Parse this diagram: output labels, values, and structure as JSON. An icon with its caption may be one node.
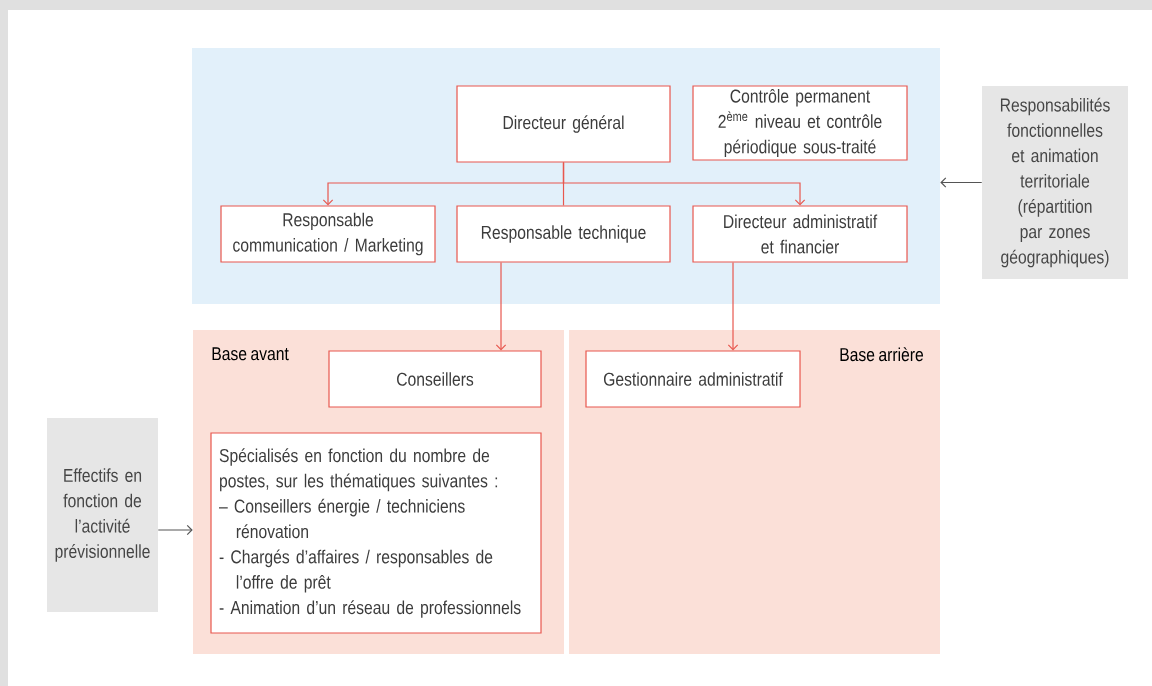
{
  "diagram": {
    "nodes": [
      {
        "text": [],
        "shape": "box"
      },
      {
        "text": [
          "Directeur général"
        ],
        "in": 0
      },
      {
        "text": [
          "Contrôle permanent 2$^{ème}$ niveau et contrôle périodique sous-traité"
        ],
        "in": 0
      },
      {
        "text": [
          "Responsable communication / Marketing"
        ],
        "in": 0
      },
      {
        "text": [
          "Responsable technique"
        ],
        "in": 0
      },
      {
        "text": [
          "Directeur administratif et financier"
        ],
        "in": 0
      },
      {
        "text": [
          "Base avant"
        ]
      },
      {
        "text": [
          "Conseillers"
        ],
        "in": 6
      },
      {
        "text": [
          "Spécialisés en fonction du nombre de postes, sur les thématiques suivantes :",
          "– Conseillers énergie / techniciens rénovation",
          "- Chargés d’affaires / responsables de l’offre de prêt",
          "- Animation d’un réseau de professionnels"
        ],
        "in": 6
      },
      {
        "text": [
          "Base arrière"
        ]
      },
      {
        "text": [
          "Gestionnaire administratif"
        ],
        "in": 9
      },
      {
        "text": [
          "Effectifs en fonction de l’activité prévisionnelle"
        ]
      },
      {
        "text": [
          "Responsabilités fonctionnelles et animation territoriale (répartition par zones géographiques)"
        ]
      }
    ],
    "edges": [
      {
        "from": 1,
        "to": 3,
        "arrow": "to"
      },
      {
        "from": 1,
        "to": 4,
        "arrow": "none"
      },
      {
        "from": 1,
        "to": 5,
        "arrow": "to"
      },
      {
        "from": 4,
        "to": 7,
        "arrow": "to"
      },
      {
        "from": 5,
        "to": 10,
        "arrow": "to"
      },
      {
        "from": 12,
        "to": 0,
        "arrow": "to",
        "color": "#555555"
      },
      {
        "from": 11,
        "to": 6,
        "arrow": "to",
        "color": "#555555"
      }
    ]
  }
}
